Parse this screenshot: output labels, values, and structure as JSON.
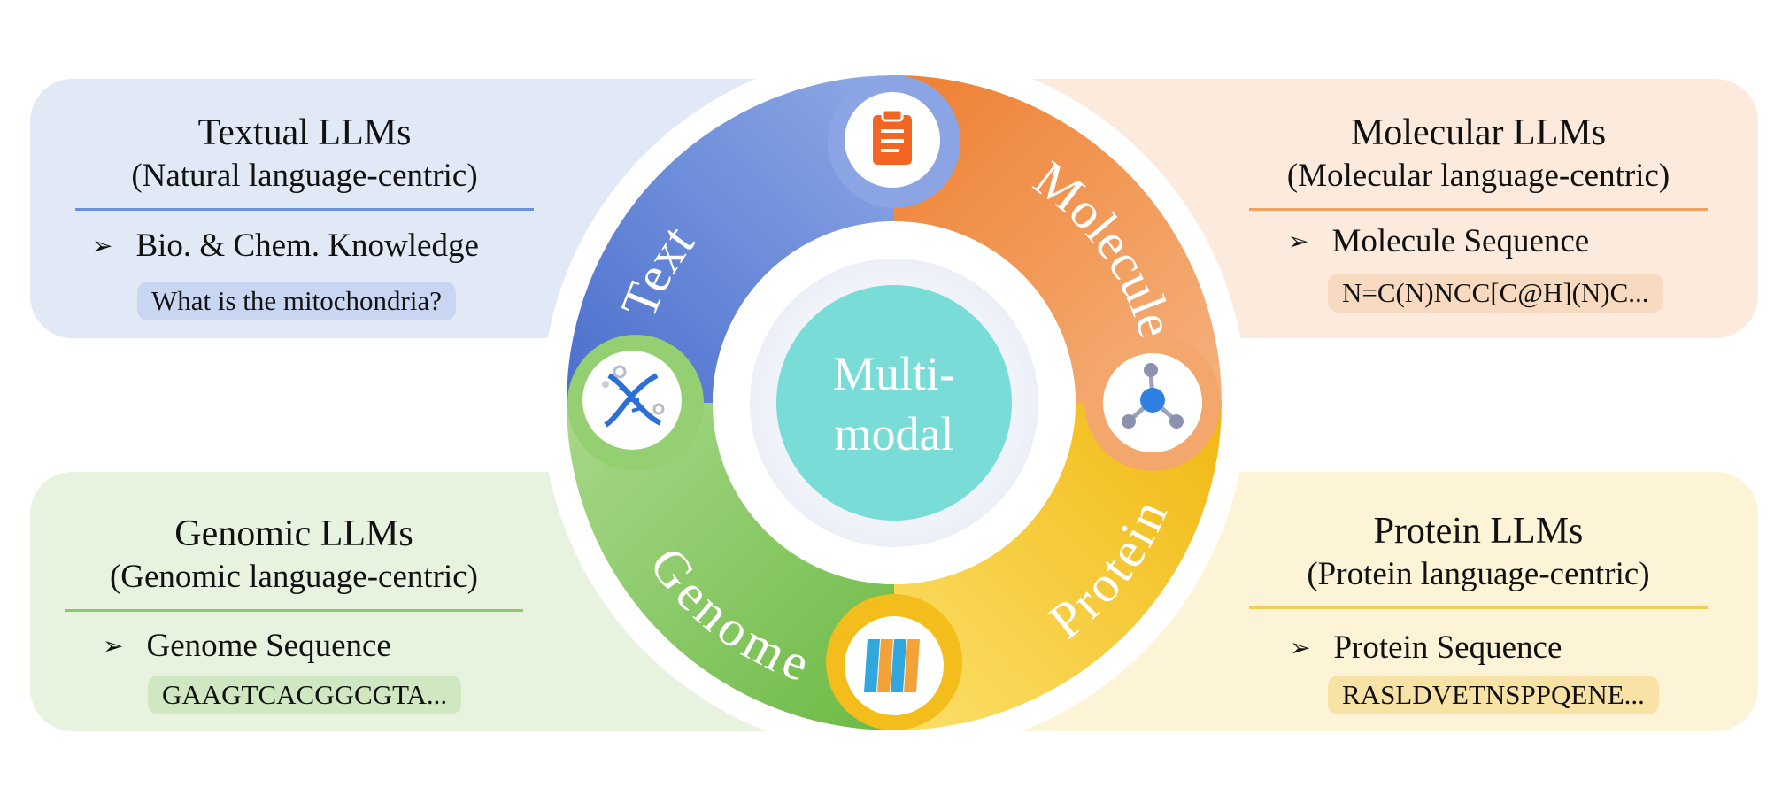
{
  "center": {
    "line1": "Multi-",
    "line2": "modal"
  },
  "segments": {
    "text": "Text",
    "molecule": "Molecule",
    "protein": "Protein",
    "genome": "Genome"
  },
  "panels": {
    "textual": {
      "title": "Textual LLMs",
      "subtitle": "(Natural language-centric)",
      "bullet": "Bio. & Chem. Knowledge",
      "example": "What is the mitochondria?"
    },
    "molecular": {
      "title": "Molecular LLMs",
      "subtitle": "(Molecular language-centric)",
      "bullet": "Molecule Sequence",
      "example": "N=C(N)NCC[C@H](N)C..."
    },
    "genomic": {
      "title": "Genomic LLMs",
      "subtitle": "(Genomic language-centric)",
      "bullet": "Genome Sequence",
      "example": "GAAGTCACGGCGTA..."
    },
    "protein": {
      "title": "Protein LLMs",
      "subtitle": "(Protein language-centric)",
      "bullet": "Protein Sequence",
      "example": "RASLDVETNSPPQENE..."
    }
  },
  "icons": {
    "text": "clipboard-icon",
    "molecule": "molecule-icon",
    "protein": "protein-helix-icon",
    "genome": "dna-icon"
  },
  "colors": {
    "text": "#5b7fd6",
    "molecule": "#ef8a42",
    "protein": "#f5c526",
    "genome": "#86c45a",
    "center": "#7adcd6"
  }
}
